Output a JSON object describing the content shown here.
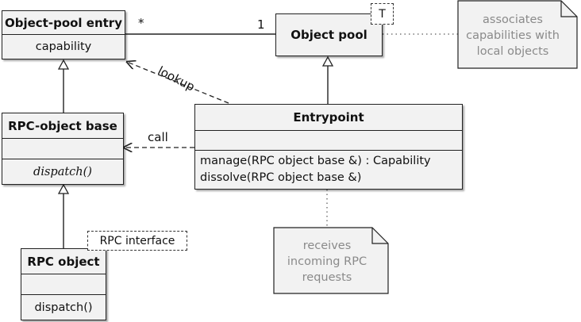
{
  "classes": {
    "object_pool_entry": {
      "name": "Object-pool entry",
      "attribute": "capability"
    },
    "object_pool": {
      "name": "Object pool",
      "template_param": "T"
    },
    "rpc_object_base": {
      "name": "RPC-object base",
      "method": "dispatch()"
    },
    "entrypoint": {
      "name": "Entrypoint",
      "method_1": "manage(RPC object base &) : Capability",
      "method_2": "dissolve(RPC object base &)"
    },
    "rpc_object": {
      "name": "RPC object",
      "method": "dispatch()",
      "stereotype": "RPC interface"
    }
  },
  "relations": {
    "entry_multiplicity": "*",
    "pool_multiplicity": "1",
    "lookup_label": "lookup",
    "call_label": "call"
  },
  "notes": {
    "pool_note": "associates capabilities with local objects",
    "entrypoint_note": "receives incoming RPC requests"
  }
}
